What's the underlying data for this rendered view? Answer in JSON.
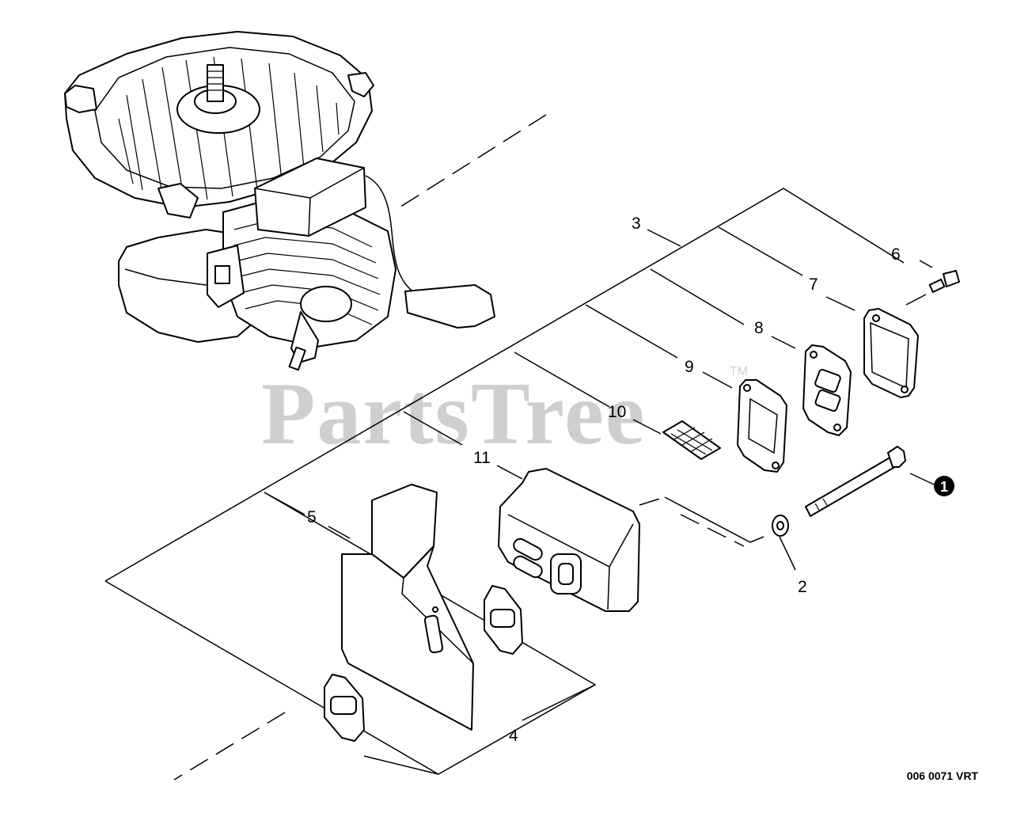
{
  "watermark": {
    "text": "PartsTree",
    "trademark": "TM"
  },
  "drawing_number": "006 0071 VRT",
  "callouts": {
    "c1": "1",
    "c2": "2",
    "c3": "3",
    "c4": "4",
    "c5": "5",
    "c6": "6",
    "c7": "7",
    "c8": "8",
    "c9": "9",
    "c10": "10",
    "c11": "11"
  },
  "colors": {
    "line": "#000000",
    "watermark": "#cfcfcf",
    "background": "#ffffff"
  }
}
